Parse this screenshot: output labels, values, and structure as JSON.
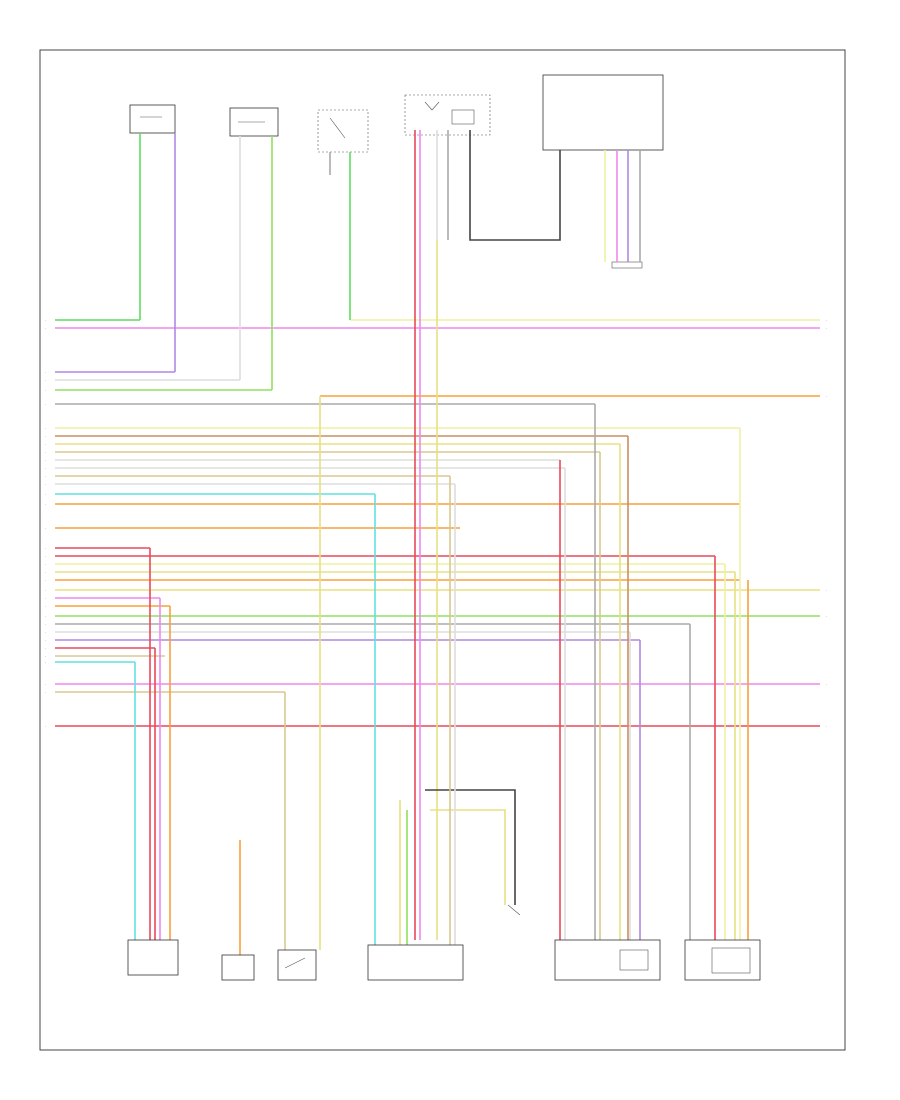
{
  "diagram": {
    "top_components": [
      {
        "id": "c1",
        "label": "",
        "sub": ""
      },
      {
        "id": "c2",
        "label": "",
        "sub": ""
      },
      {
        "id": "c3",
        "label": "",
        "sub": ""
      },
      {
        "id": "c4",
        "label": "",
        "sub": ""
      },
      {
        "id": "c5",
        "label": "",
        "sub": ""
      }
    ],
    "bottom_components": [
      {
        "id": "b1",
        "label": ""
      },
      {
        "id": "b2",
        "label": ""
      },
      {
        "id": "b3",
        "label": ""
      },
      {
        "id": "b4",
        "label": ""
      },
      {
        "id": "b5",
        "label": ""
      },
      {
        "id": "b6",
        "label": ""
      },
      {
        "id": "b7",
        "label": ""
      }
    ],
    "footer_code": "",
    "wire_colors": {
      "green": "#5fdc5f",
      "pink": "#ee88ee",
      "gray": "#aaaaaa",
      "orange": "#f7a03c",
      "yellow": "#e8e080",
      "red": "#e84a5a",
      "brown": "#c89060",
      "tan": "#d8c890",
      "cyan": "#60e0e0",
      "black": "#444444",
      "lightyellow": "#f0f0a0",
      "violet": "#b088e0",
      "lime": "#90e060",
      "white": "#dddddd"
    }
  }
}
